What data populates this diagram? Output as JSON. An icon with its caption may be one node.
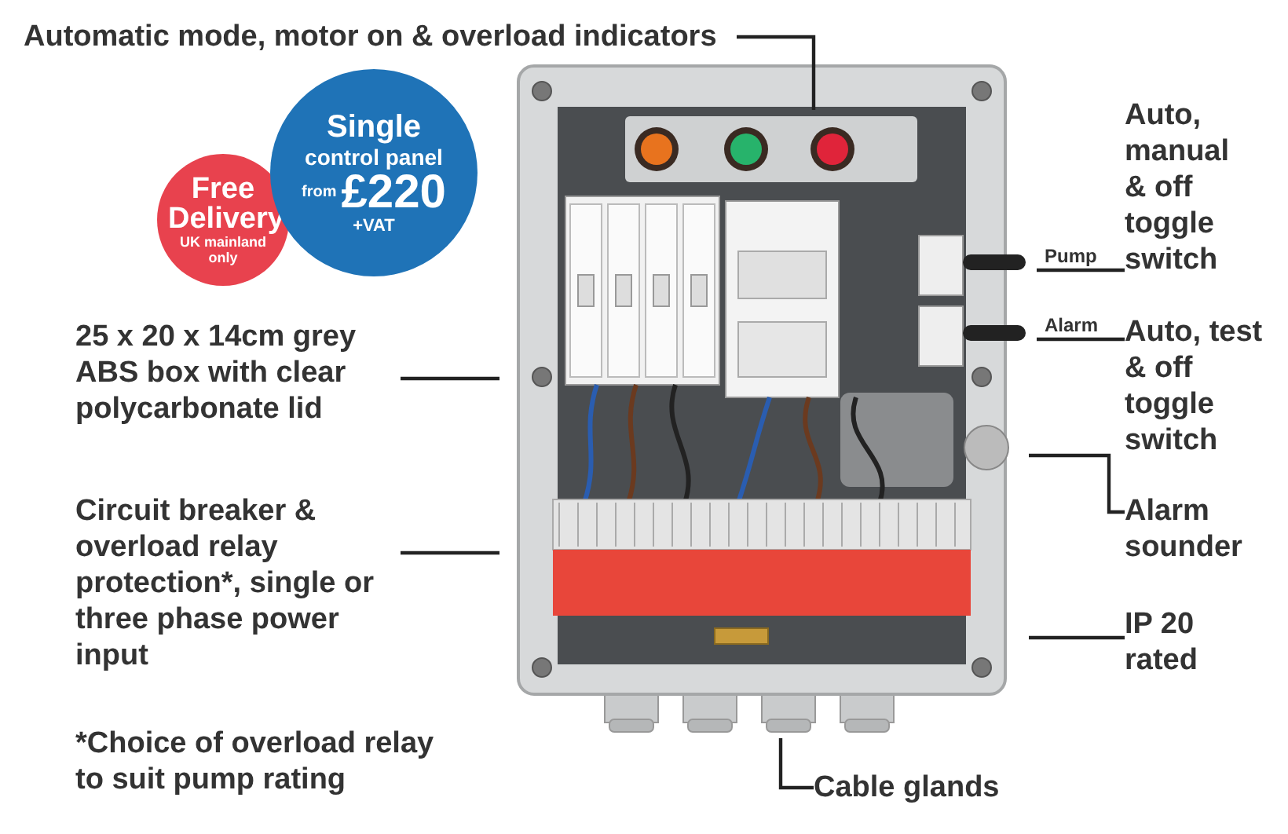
{
  "diagram": {
    "nodes": [
      {
        "text": [
          "Automatic mode, motor on & overload indicators"
        ]
      },
      {
        "text": [
          "Auto, manual & off toggle switch"
        ]
      },
      {
        "text": [
          "Auto, test & off toggle switch"
        ]
      },
      {
        "text": [
          "25 x 20 x 14cm grey ABS box with clear polycarbonate lid"
        ]
      },
      {
        "text": [
          "Alarm sounder"
        ]
      },
      {
        "text": [
          "Circuit breaker & overload relay protection*, single or three phase power input"
        ]
      },
      {
        "text": [
          "IP 20 rated"
        ]
      },
      {
        "text": [
          "Cable glands"
        ]
      },
      {
        "text": [
          "Free Delivery",
          "UK mainland only"
        ]
      },
      {
        "text": [
          "Single",
          "control panel",
          "from",
          "£220",
          "+VAT"
        ]
      }
    ],
    "edges": [
      {
        "from": 0,
        "to": null,
        "arrow": "none"
      },
      {
        "from": 1,
        "to": null,
        "arrow": "none",
        "label": "Pump"
      },
      {
        "from": 2,
        "to": null,
        "arrow": "none",
        "label": "Alarm"
      },
      {
        "from": 3,
        "to": null,
        "arrow": "none"
      },
      {
        "from": 4,
        "to": null,
        "arrow": "none"
      },
      {
        "from": 5,
        "to": null,
        "arrow": "none"
      },
      {
        "from": 6,
        "to": null,
        "arrow": "none"
      },
      {
        "from": 7,
        "to": null,
        "arrow": "none"
      }
    ],
    "labels": [
      "*Choice of overload relay to suit pump rating"
    ]
  }
}
